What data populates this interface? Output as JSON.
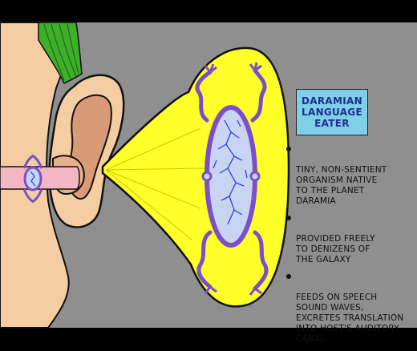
{
  "title": "DARAMIAN\nLANGUAGE\nEATER",
  "facts": [
    "Tiny, non-sentient\norganism native\nto the planet\nDaramia",
    "Provided freely\nto denizens of\nthe galaxy",
    "Feeds on speech\nsound waves,\nexcretes translation\ninto host's auditory\ncanal"
  ],
  "colors": {
    "frame": "#000000",
    "background": "#8f8f8f",
    "skin": "#f5cda3",
    "ear_inner": "#d99a78",
    "hair": "#3fae2a",
    "speech_bubble": "#ffff2a",
    "creature_purple": "#7b4fc9",
    "creature_body": "#c9d3f2",
    "veins": "#2a44d4",
    "title_box": "#7fd0e6",
    "title_text": "#1d2f8f"
  },
  "icons": [
    "ear-illustration",
    "language-eater-creature",
    "speech-bubble",
    "bullet-icon"
  ]
}
